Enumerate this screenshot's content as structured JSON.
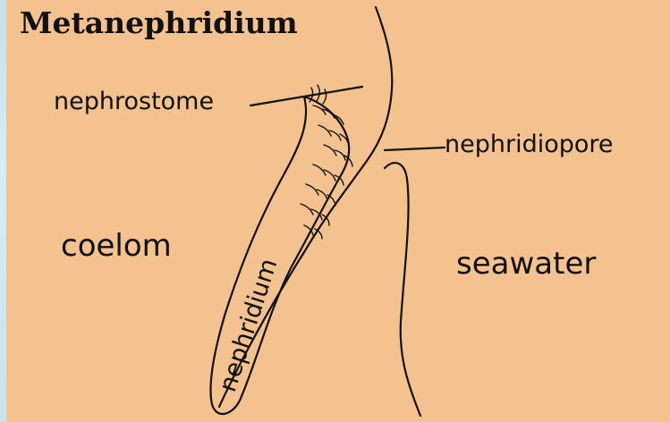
{
  "title": "Metanephridium",
  "labels": {
    "nephrostome": "nephrostome",
    "nephridiopore": "nephridiopore",
    "coelom": "coelom",
    "seawater": "seawater",
    "nephridium": "nephridium"
  },
  "colors": {
    "background": "#f4c28e",
    "ink": "#111111",
    "edge_strip": "#cfe6f2"
  }
}
